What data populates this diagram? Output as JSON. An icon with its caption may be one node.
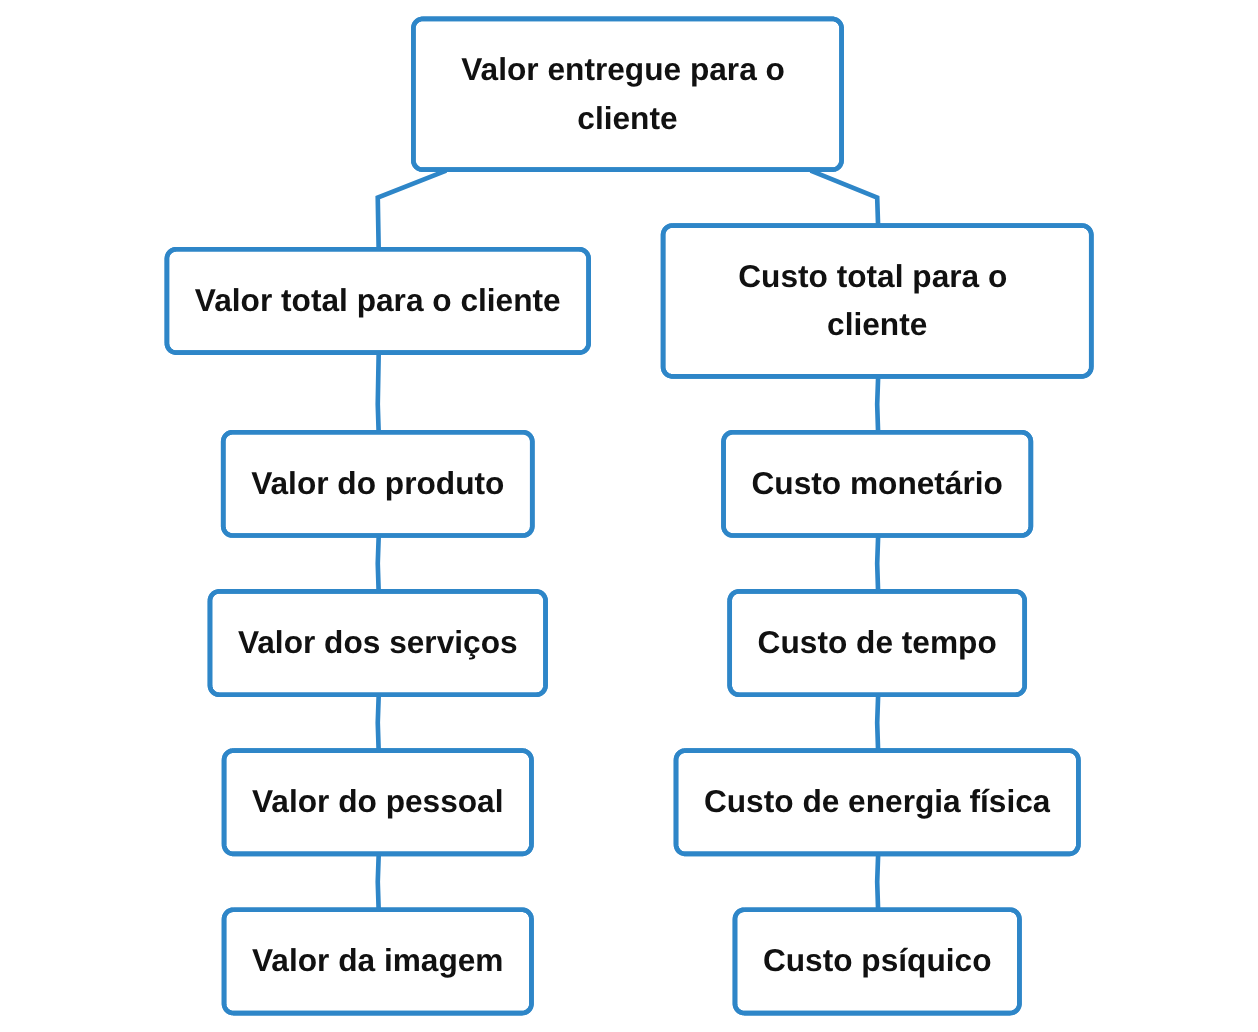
{
  "diagram": {
    "nodes": [
      {
        "text": [
          "Valor entregue para o cliente"
        ]
      },
      {
        "text": [
          "Valor total para o cliente"
        ]
      },
      {
        "text": [
          "Custo total para o cliente"
        ]
      },
      {
        "text": [
          "Valor do produto"
        ]
      },
      {
        "text": [
          "Custo monetário"
        ]
      },
      {
        "text": [
          "Valor dos serviços"
        ]
      },
      {
        "text": [
          "Custo de tempo"
        ]
      },
      {
        "text": [
          "Valor do pessoal"
        ]
      },
      {
        "text": [
          "Custo de energia física"
        ]
      },
      {
        "text": [
          "Valor da imagem"
        ]
      },
      {
        "text": [
          "Custo psíquico"
        ]
      }
    ],
    "edges": [
      {
        "from": 0,
        "to": 1,
        "arrow": "none"
      },
      {
        "from": 0,
        "to": 2,
        "arrow": "none"
      },
      {
        "from": 1,
        "to": 3,
        "arrow": "none"
      },
      {
        "from": 3,
        "to": 5,
        "arrow": "none"
      },
      {
        "from": 5,
        "to": 7,
        "arrow": "none"
      },
      {
        "from": 7,
        "to": 9,
        "arrow": "none"
      },
      {
        "from": 2,
        "to": 4,
        "arrow": "none"
      },
      {
        "from": 4,
        "to": 6,
        "arrow": "none"
      },
      {
        "from": 6,
        "to": 8,
        "arrow": "none"
      },
      {
        "from": 8,
        "to": 10,
        "arrow": "none"
      }
    ]
  }
}
